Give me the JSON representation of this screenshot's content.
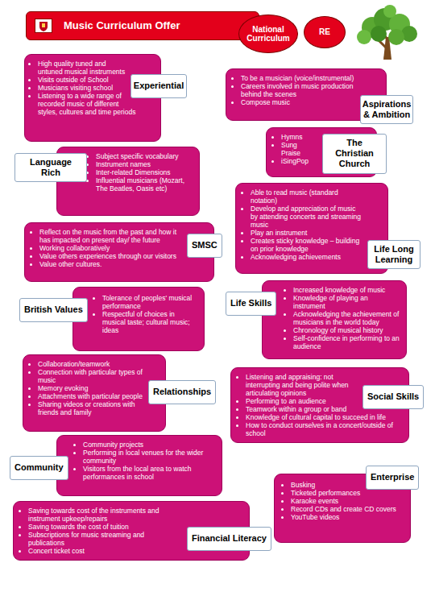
{
  "diagram": {
    "nodes": [
      {
        "text": [
          "Music Curriculum Offer"
        ]
      },
      {
        "text": [
          "National Curriculum"
        ]
      },
      {
        "text": [
          "RE"
        ]
      },
      {
        "text": [
          "High quality tuned and untuned musical instruments",
          "Visits outside of School",
          "Musicians visiting school",
          "Listening to a wide range of recorded music of different styles, cultures and time periods"
        ]
      },
      {
        "text": [
          "Experiential"
        ]
      },
      {
        "text": [
          "To be a musician (voice/instrumental)",
          "Careers involved in music production behind the scenes",
          "Compose music"
        ]
      },
      {
        "text": [
          "Aspirations & Ambition"
        ]
      },
      {
        "text": [
          "Hymns",
          "Sung Praise",
          "iSingPop"
        ]
      },
      {
        "text": [
          "The Christian Church"
        ]
      },
      {
        "text": [
          "Subject specific vocabulary",
          "Instrument names",
          "Inter-related Dimensions",
          "Influential musicians (Mozart, The Beatles, Oasis etc)"
        ]
      },
      {
        "text": [
          "Language Rich"
        ]
      },
      {
        "text": [
          "Able to read music (standard notation)",
          "Develop and appreciation of music by attending concerts and streaming music",
          "Play an instrument",
          "Creates sticky knowledge – building on prior knowledge",
          "Acknowledging achievements"
        ]
      },
      {
        "text": [
          "Life Long Learning"
        ]
      },
      {
        "text": [
          "Reflect on the music from the past and how it has impacted on present day/ the future",
          "Working collaboratively",
          "Value others experiences through our visitors",
          "Value other cultures."
        ]
      },
      {
        "text": [
          "SMSC"
        ]
      },
      {
        "text": [
          "Tolerance of peoples' musical performance",
          "Respectful of choices in musical taste; cultural music; ideas"
        ]
      },
      {
        "text": [
          "British Values"
        ]
      },
      {
        "text": [
          "Increased knowledge of music",
          "Knowledge of playing an instrument",
          "Acknowledging the achievement of musicians in the world today",
          "Chronology of musical history",
          "Self-confidence in performing to an audience"
        ]
      },
      {
        "text": [
          "Life Skills"
        ]
      },
      {
        "text": [
          "Collaboration/teamwork",
          "Connection with particular types of music",
          "Memory evoking",
          "Attachments with particular people",
          "Sharing videos or creations with friends and family"
        ]
      },
      {
        "text": [
          "Relationships"
        ]
      },
      {
        "text": [
          "Listening and appraising: not interrupting and being polite when articulating opinions",
          "Performing to an audience",
          "Teamwork within a group or band",
          "Knowledge of cultural capital to succeed in life",
          "How to conduct ourselves in a concert/outside of school"
        ]
      },
      {
        "text": [
          "Social Skills"
        ]
      },
      {
        "text": [
          "Community projects",
          "Performing in local venues for the wider community",
          "Visitors from the local area to watch performances in school"
        ]
      },
      {
        "text": [
          "Community"
        ]
      },
      {
        "text": [
          "Busking",
          "Ticketed performances",
          "Karaoke events",
          "Record CDs and create CD covers",
          "YouTube videos"
        ]
      },
      {
        "text": [
          "Enterprise"
        ]
      },
      {
        "text": [
          "Saving towards cost of the instruments and instrument upkeep/repairs",
          "Saving towards the cost of tuition",
          "Subscriptions for music streaming and publications",
          "Concert ticket cost"
        ]
      },
      {
        "text": [
          "Financial Literacy"
        ]
      }
    ]
  }
}
